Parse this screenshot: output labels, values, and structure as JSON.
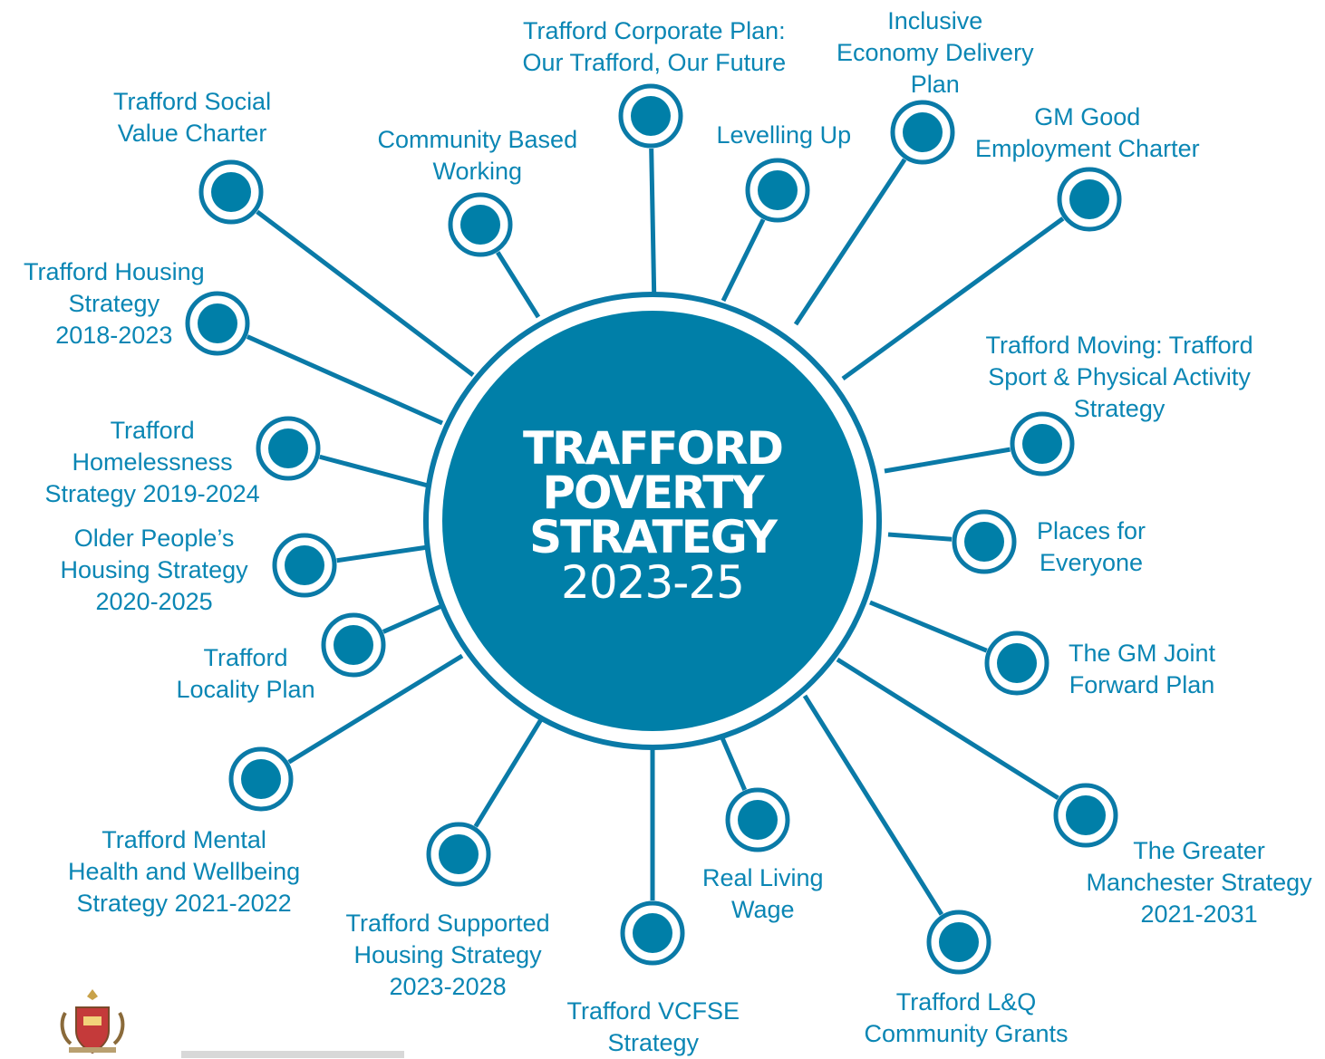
{
  "colors": {
    "primary": "#0a86b4",
    "node_fill": "#007fa8",
    "line": "#0a7aa7",
    "background": "#ffffff"
  },
  "center": {
    "title_lines": [
      "TRAFFORD",
      "POVERTY",
      "STRATEGY"
    ],
    "year": "2023-25"
  },
  "nodes": [
    {
      "id": "corporate-plan",
      "label_lines": [
        "Trafford Corporate Plan:",
        "Our Trafford, Our Future"
      ]
    },
    {
      "id": "inclusive-economy",
      "label_lines": [
        "Inclusive",
        "Economy Delivery",
        "Plan"
      ]
    },
    {
      "id": "levelling-up",
      "label_lines": [
        "Levelling Up"
      ]
    },
    {
      "id": "gm-good-employment",
      "label_lines": [
        "GM Good",
        "Employment Charter"
      ]
    },
    {
      "id": "community-based-working",
      "label_lines": [
        "Community Based",
        "Working"
      ]
    },
    {
      "id": "social-value-charter",
      "label_lines": [
        "Trafford Social",
        "Value Charter"
      ]
    },
    {
      "id": "housing-strategy",
      "label_lines": [
        "Trafford Housing",
        "Strategy",
        "2018-2023"
      ]
    },
    {
      "id": "homelessness-strategy",
      "label_lines": [
        "Trafford",
        "Homelessness",
        "Strategy 2019-2024"
      ]
    },
    {
      "id": "older-peoples-housing",
      "label_lines": [
        "Older People’s",
        "Housing Strategy",
        "2020-2025"
      ]
    },
    {
      "id": "locality-plan",
      "label_lines": [
        "Trafford",
        "Locality Plan"
      ]
    },
    {
      "id": "mental-health",
      "label_lines": [
        "Trafford Mental",
        "Health and Wellbeing",
        "Strategy 2021-2022"
      ]
    },
    {
      "id": "supported-housing",
      "label_lines": [
        "Trafford Supported",
        "Housing Strategy",
        "2023-2028"
      ]
    },
    {
      "id": "vcfse-strategy",
      "label_lines": [
        "Trafford VCFSE",
        "Strategy"
      ]
    },
    {
      "id": "real-living-wage",
      "label_lines": [
        "Real Living",
        "Wage"
      ]
    },
    {
      "id": "lq-community-grants",
      "label_lines": [
        "Trafford L&Q",
        "Community Grants"
      ]
    },
    {
      "id": "greater-manchester-strategy",
      "label_lines": [
        "The Greater",
        "Manchester Strategy",
        "2021-2031"
      ]
    },
    {
      "id": "gm-joint-forward-plan",
      "label_lines": [
        "The GM Joint",
        "Forward Plan"
      ]
    },
    {
      "id": "places-for-everyone",
      "label_lines": [
        "Places for",
        "Everyone"
      ]
    },
    {
      "id": "trafford-moving",
      "label_lines": [
        "Trafford Moving: Trafford",
        "Sport & Physical Activity",
        "Strategy"
      ]
    }
  ]
}
